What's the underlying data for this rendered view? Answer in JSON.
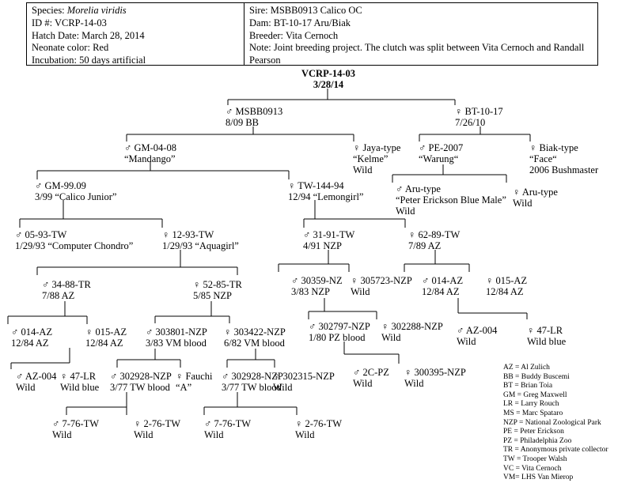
{
  "info": {
    "left": [
      {
        "label": "Species:",
        "value": "Morelia viridis",
        "italic": true
      },
      {
        "label": "ID #:",
        "value": "VCRP-14-03"
      },
      {
        "label": "Hatch Date:",
        "value": "March 28, 2014"
      },
      {
        "label": "Neonate color:",
        "value": "Red"
      },
      {
        "label": "Incubation:",
        "value": "50 days artificial"
      }
    ],
    "right": [
      {
        "label": "Sire:",
        "value": "MSBB0913 Calico OC"
      },
      {
        "label": "Dam:",
        "value": "BT-10-17 Aru/Biak"
      },
      {
        "label": "Breeder:",
        "value": "Vita Cernoch"
      },
      {
        "label": "Note:",
        "value": "Joint breeding project. The clutch was split between Vita Cernoch and Randall Pearson"
      }
    ]
  },
  "symbols": {
    "male": "♂",
    "female": "♀"
  },
  "nodes": [
    {
      "id": "root",
      "sex": "",
      "lines": [
        "VCRP-14-03",
        "3/28/14"
      ]
    },
    {
      "id": "msbb0913",
      "sex": "male",
      "lines": [
        "MSBB0913",
        "8/09 BB"
      ]
    },
    {
      "id": "bt1017",
      "sex": "female",
      "lines": [
        "BT-10-17",
        "7/26/10"
      ]
    },
    {
      "id": "gm0408",
      "sex": "male",
      "lines": [
        "GM-04-08",
        "“Mandango”"
      ]
    },
    {
      "id": "jaya",
      "sex": "female",
      "lines": [
        "Jaya-type",
        "“Kelme”",
        "Wild"
      ]
    },
    {
      "id": "pe2007",
      "sex": "male",
      "lines": [
        "PE-2007",
        "“Warung“"
      ]
    },
    {
      "id": "biak",
      "sex": "female",
      "lines": [
        "Biak-type",
        "“Face“",
        "2006 Bushmaster"
      ]
    },
    {
      "id": "gm9909",
      "sex": "male",
      "lines": [
        "GM-99.09",
        "3/99 “Calico Junior”"
      ]
    },
    {
      "id": "tw14494",
      "sex": "female",
      "lines": [
        "TW-144-94",
        "12/94 “Lemongirl”"
      ]
    },
    {
      "id": "aru-m",
      "sex": "male",
      "lines": [
        "Aru-type",
        "“Peter Erickson Blue Male”",
        "Wild"
      ]
    },
    {
      "id": "aru-f",
      "sex": "female",
      "lines": [
        "Aru-type",
        "Wild"
      ]
    },
    {
      "id": "tw0593",
      "sex": "male",
      "lines": [
        "05-93-TW",
        "1/29/93 “Computer Chondro”"
      ]
    },
    {
      "id": "tw1293",
      "sex": "female",
      "lines": [
        "12-93-TW",
        "1/29/93 “Aquagirl”"
      ]
    },
    {
      "id": "tw3191",
      "sex": "male",
      "lines": [
        "31-91-TW",
        "4/91 NZP"
      ]
    },
    {
      "id": "tw6289",
      "sex": "female",
      "lines": [
        "62-89-TW",
        "7/89 AZ"
      ]
    },
    {
      "id": "tr3488",
      "sex": "male",
      "lines": [
        "34-88-TR",
        "7/88 AZ"
      ]
    },
    {
      "id": "tr5285",
      "sex": "female",
      "lines": [
        "52-85-TR",
        "5/85 NZP"
      ]
    },
    {
      "id": "nz30359",
      "sex": "male",
      "lines": [
        "30359-NZ",
        "3/83 NZP"
      ]
    },
    {
      "id": "nzp305723",
      "sex": "female",
      "lines": [
        "305723-NZP",
        "Wild"
      ]
    },
    {
      "id": "az014-r",
      "sex": "male",
      "lines": [
        "014-AZ",
        "12/84 AZ"
      ]
    },
    {
      "id": "az015-r",
      "sex": "female",
      "lines": [
        "015-AZ",
        "12/84 AZ"
      ]
    },
    {
      "id": "az014-l",
      "sex": "male",
      "lines": [
        "014-AZ",
        "12/84 AZ"
      ]
    },
    {
      "id": "az015-l",
      "sex": "female",
      "lines": [
        "015-AZ",
        "12/84 AZ"
      ]
    },
    {
      "id": "nzp303801",
      "sex": "male",
      "lines": [
        "303801-NZP",
        "3/83 VM blood"
      ]
    },
    {
      "id": "nzp303422",
      "sex": "female",
      "lines": [
        "303422-NZP",
        "6/82 VM blood"
      ]
    },
    {
      "id": "nzp302797",
      "sex": "male",
      "lines": [
        "302797-NZP",
        "1/80 PZ blood"
      ]
    },
    {
      "id": "nzp302288",
      "sex": "female",
      "lines": [
        "302288-NZP",
        "Wild"
      ]
    },
    {
      "id": "az004-r",
      "sex": "male",
      "lines": [
        "AZ-004",
        "Wild"
      ]
    },
    {
      "id": "lr47-r",
      "sex": "female",
      "lines": [
        "47-LR",
        "Wild blue"
      ]
    },
    {
      "id": "az004-l",
      "sex": "male",
      "lines": [
        "AZ-004",
        "Wild"
      ]
    },
    {
      "id": "lr47-l",
      "sex": "female",
      "lines": [
        "47-LR",
        "Wild blue"
      ]
    },
    {
      "id": "nzp302928-a",
      "sex": "male",
      "lines": [
        "302928-NZP",
        "3/77 TW blood"
      ]
    },
    {
      "id": "fauchi",
      "sex": "female",
      "lines": [
        "Fauchi",
        "“A”"
      ]
    },
    {
      "id": "nzp302928-b",
      "sex": "male",
      "lines": [
        "302928-NZP",
        "3/77 TW blood"
      ]
    },
    {
      "id": "nzp302315",
      "sex": "female",
      "lines": [
        "302315-NZP",
        "Wild"
      ]
    },
    {
      "id": "pz2c",
      "sex": "male",
      "lines": [
        "2C-PZ",
        "Wild"
      ]
    },
    {
      "id": "nzp300395",
      "sex": "female",
      "lines": [
        "300395-NZP",
        "Wild"
      ]
    },
    {
      "id": "tw776-a",
      "sex": "male",
      "lines": [
        "7-76-TW",
        "Wild"
      ]
    },
    {
      "id": "tw276-a",
      "sex": "female",
      "lines": [
        "2-76-TW",
        "Wild"
      ]
    },
    {
      "id": "tw776-b",
      "sex": "male",
      "lines": [
        "7-76-TW",
        "Wild"
      ]
    },
    {
      "id": "tw276-b",
      "sex": "female",
      "lines": [
        "2-76-TW",
        "Wild"
      ]
    }
  ],
  "legend": [
    "AZ = Al Zulich",
    "BB = Buddy Buscemi",
    "BT = Brian Toia",
    "GM = Greg Maxwell",
    "LR = Larry Rouch",
    "MS = Marc Spataro",
    "NZP = National Zoological Park",
    "PE = Peter Erickson",
    "PZ = Philadelphia Zoo",
    "TR = Anonymous private collector",
    "TW = Trooper Walsh",
    "VC = Vita Cernoch",
    "VM= LHS Van Mierop"
  ]
}
